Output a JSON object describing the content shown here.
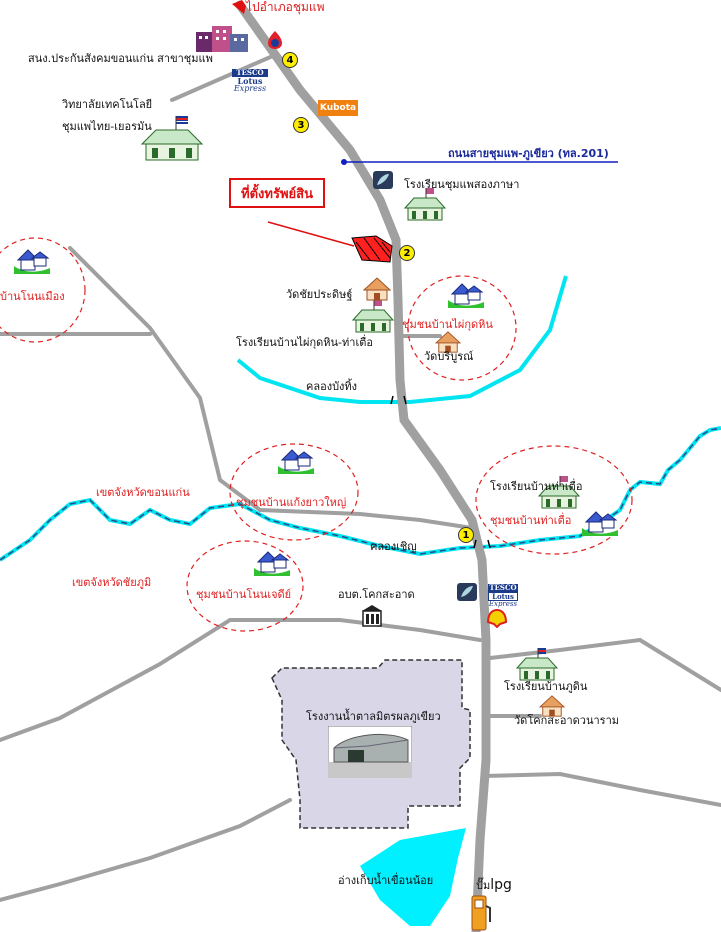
{
  "labels": {
    "to_chumphae": "ไปอำเภอชุมแพ",
    "social_security": "สนง.ประกันสังคมขอนแก่น สาขาชุมแพ",
    "tech_college_line1": "วิทยาลัยเทคโนโลยี",
    "tech_college_line2": "ชุมแพไทย-เยอรมัน",
    "highway": "ถนนสายชุมแพ-ภูเขียว (ทล.201)",
    "bilingual_school": "โรงเรียนชุมแพสองภาษา",
    "property_location": "ที่ตั้งทรัพย์สิน",
    "wat_chaiprasit": "วัดชัยประดิษฐ์",
    "community_pai_kut_hin": "ชุมชนบ้านไผ่กุดหิน",
    "wat_boriboon": "วัดบริบูรณ์",
    "school_pai_kut_hin": "โรงเรียนบ้านไผ่กุดหิน-ท่าเตื่อ",
    "canal_bang_thing": "คลองบังทิ้ง",
    "community_non_mueang": "บ้านโนนเมือง",
    "khon_kaen_border": "เขตจังหวัดขอนแก่น",
    "chaiyaphum_border": "เขตจังหวัดชัยภูมิ",
    "community_kaeng_yao_yai": "ชุมชนบ้านแก้งยาวใหญ่",
    "school_tha_tuea": "โรงเรียนบ้านท่าเตื่อ",
    "community_tha_tuea": "ชุมชนบ้านท่าเตื่อ",
    "canal_choen": "คลองเชิญ",
    "community_non_chedi": "ชุมชนบ้านโนนเจดีย์",
    "sao_khok_sa_at": "อบต.โคกสะอาด",
    "school_phu_din": "โรงเรียนบ้านภูดิน",
    "wat_khok_sa_at": "วัดโคกสะอาดวนาราม",
    "sugar_factory": "โรงงานน้ำตาลมิตรผลภูเขียว",
    "reservoir": "อ่างเก็บน้ำเขื่อนน้อย",
    "lpg_prefix": "ปั๊ม",
    "lpg": "lpg"
  },
  "markers": [
    "1",
    "2",
    "3",
    "4"
  ],
  "brands": {
    "kubota": "Kubota",
    "tesco_top": "TESCO",
    "tesco_mid": "Lotus",
    "tesco_bottom": "Express"
  },
  "colors": {
    "road": "#a0a0a0",
    "highway_line": "#1020c0",
    "river": "#00e5f0",
    "community_circle": "#e02020",
    "factory_area": "#d9d6e8",
    "reservoir": "#00f0ff",
    "property_fill": "#ff2020",
    "label_red": "#e02020"
  },
  "icons": [
    "school-icon",
    "house-icon",
    "temple-icon",
    "ptt-icon",
    "shell-icon",
    "lotus-icon",
    "building-icon",
    "lpg-pump-icon",
    "factory-photo"
  ]
}
